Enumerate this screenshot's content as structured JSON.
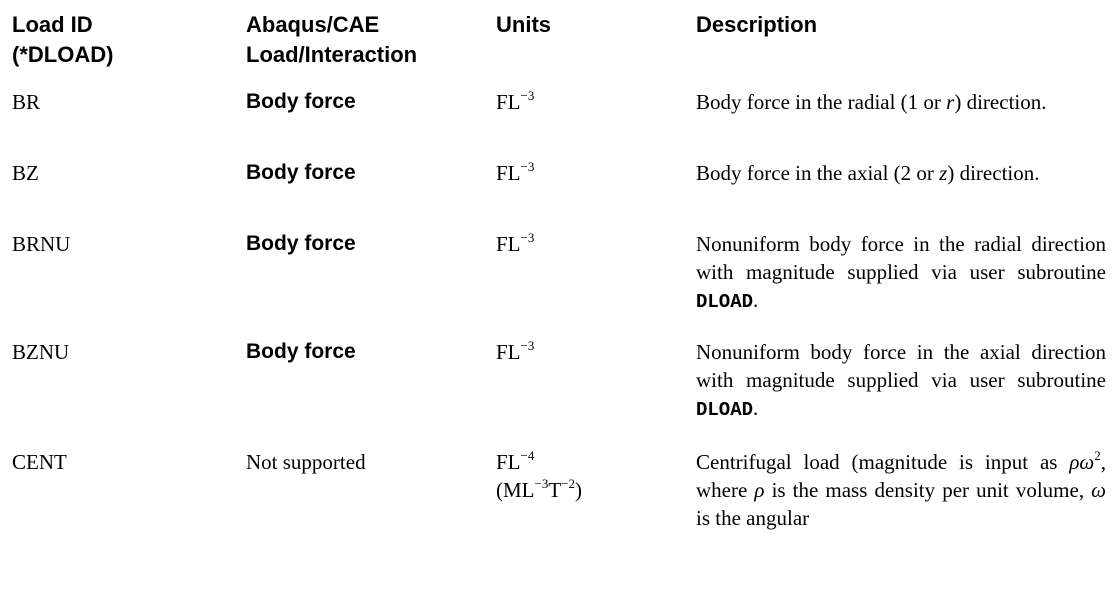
{
  "headers": {
    "load_id_line1": "Load ID",
    "load_id_line2": "(*DLOAD)",
    "cae_line1": "Abaqus/CAE",
    "cae_line2": "Load/Interaction",
    "units": "Units",
    "description": "Description"
  },
  "rows": [
    {
      "id": "BR",
      "cae": "Body force",
      "units_base": "FL",
      "units_exp": "−3",
      "desc_before": "Body force in the radial (1 or ",
      "desc_var": "r",
      "desc_after": ") direction."
    },
    {
      "id": "BZ",
      "cae": "Body force",
      "units_base": "FL",
      "units_exp": "−3",
      "desc_before": "Body force in the axial (2 or ",
      "desc_var": "z",
      "desc_after": ") direction."
    },
    {
      "id": "BRNU",
      "cae": "Body force",
      "units_base": "FL",
      "units_exp": "−3",
      "desc_before": "Nonuniform body force in the radial direction with magnitude supplied via user subroutine ",
      "desc_code": "DLOAD",
      "desc_after": "."
    },
    {
      "id": "BZNU",
      "cae": "Body force",
      "units_base": "FL",
      "units_exp": "−3",
      "desc_before": "Nonuniform body force in the axial direction with magnitude supplied via user subroutine ",
      "desc_code": "DLOAD",
      "desc_after": "."
    },
    {
      "id": "CENT",
      "cae": "Not supported",
      "units_base": "FL",
      "units_exp": "−4",
      "units_alt_open": "(ML",
      "units_alt_exp1": "−3",
      "units_alt_mid": "T",
      "units_alt_exp2": "−2",
      "units_alt_close": ")",
      "desc_p1": "Centrifugal load (magnitude is input as ",
      "desc_rho": "ρω",
      "desc_sq": "2",
      "desc_p2": ", where ",
      "desc_rho2": "ρ",
      "desc_p3": " is the mass density per unit volume, ",
      "desc_omega": "ω",
      "desc_p4": " is the angular"
    }
  ]
}
